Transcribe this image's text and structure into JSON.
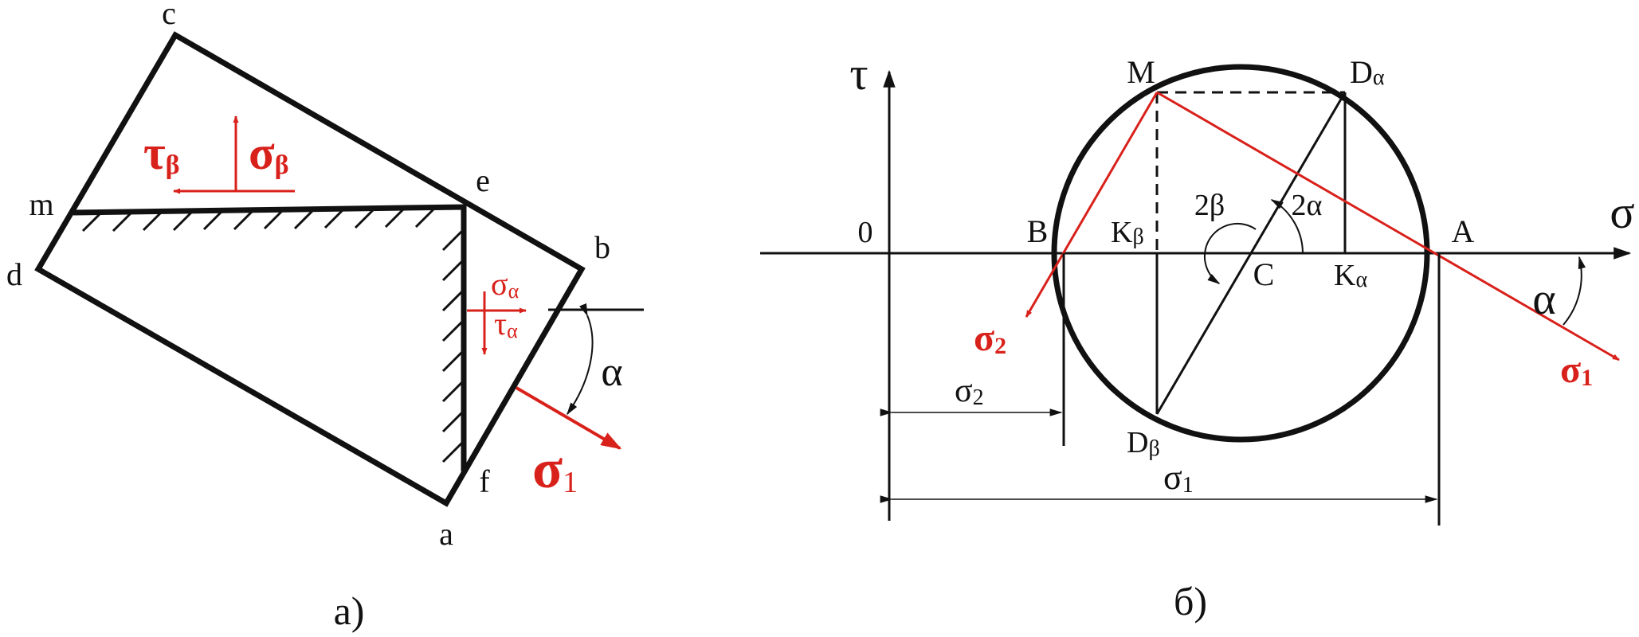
{
  "colors": {
    "ink": "#111111",
    "accent": "#d9211b",
    "background": "#ffffff"
  },
  "panel_a": {
    "caption": "a)",
    "vertices": {
      "a": "a",
      "b": "b",
      "c": "c",
      "d": "d",
      "e": "e",
      "f": "f",
      "m": "m"
    },
    "forces": {
      "tau_beta": "τ",
      "tau_beta_sub": "β",
      "sigma_beta": "σ",
      "sigma_beta_sub": "β",
      "sigma_alpha": "σ",
      "sigma_alpha_sub": "α",
      "tau_alpha": "τ",
      "tau_alpha_sub": "α",
      "sigma1": "σ",
      "sigma1_sub": "1"
    },
    "angle": "α"
  },
  "panel_b": {
    "caption": "б)",
    "axes": {
      "tau": "τ",
      "sigma": "σ",
      "origin": "0"
    },
    "points": {
      "M": "M",
      "D_alpha": "D",
      "D_alpha_sub": "α",
      "B": "B",
      "A": "A",
      "C": "C",
      "K_beta": "K",
      "K_beta_sub": "β",
      "K_alpha": "K",
      "K_alpha_sub": "α",
      "D_beta": "D",
      "D_beta_sub": "β"
    },
    "angles": {
      "two_beta": "2β",
      "two_alpha": "2α",
      "alpha": "α"
    },
    "principal": {
      "sigma1": "σ",
      "sigma1_sub": "1",
      "sigma2": "σ",
      "sigma2_sub": "2"
    },
    "dimensions": {
      "sigma2": "σ",
      "sigma2_sub": "2",
      "sigma1": "σ",
      "sigma1_sub": "1"
    }
  }
}
